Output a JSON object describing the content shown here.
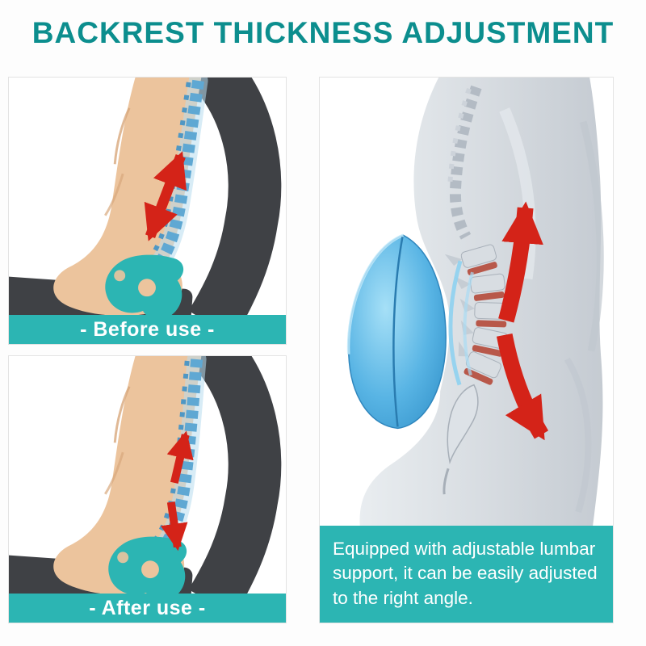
{
  "theme": {
    "teal": "#2cb5b3",
    "title-color": "#0c8e8e",
    "arrow-red": "#d42318",
    "page-bg": "#fdfdfd"
  },
  "header": {
    "title": "BACKREST THICKNESS ADJUSTMENT"
  },
  "panels": {
    "before": {
      "label": "- Before use -"
    },
    "after": {
      "label": "- After use -"
    },
    "lumbar": {
      "caption": "Equipped with adjustable lumbar support, it can be easily adjusted to the right angle."
    }
  }
}
